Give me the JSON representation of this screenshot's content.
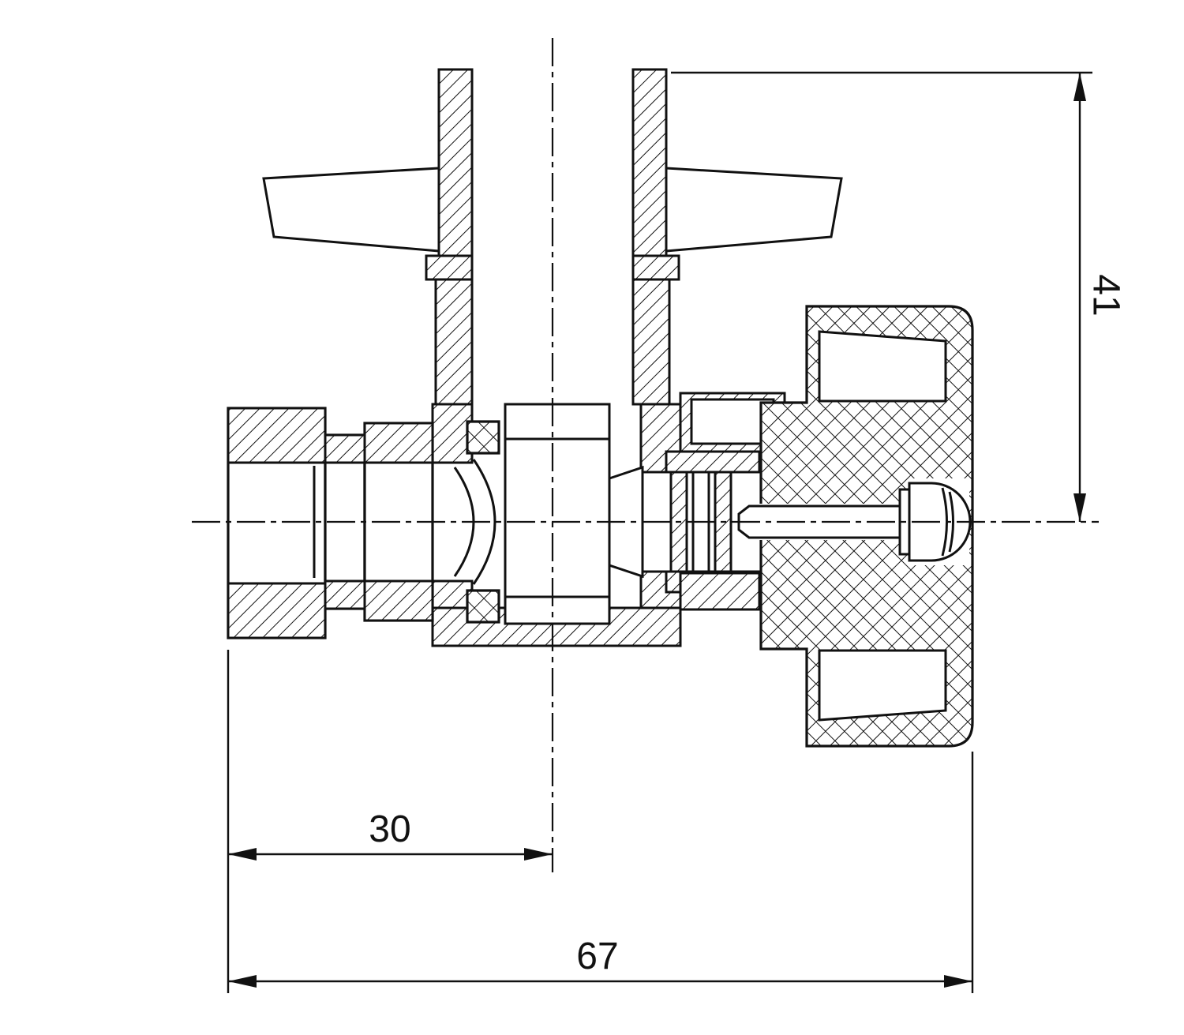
{
  "drawing": {
    "dimensions": {
      "inlet_to_center": "30",
      "overall_width": "67",
      "overall_height": "41"
    },
    "colors": {
      "line": "#111111",
      "background": "#ffffff"
    }
  }
}
